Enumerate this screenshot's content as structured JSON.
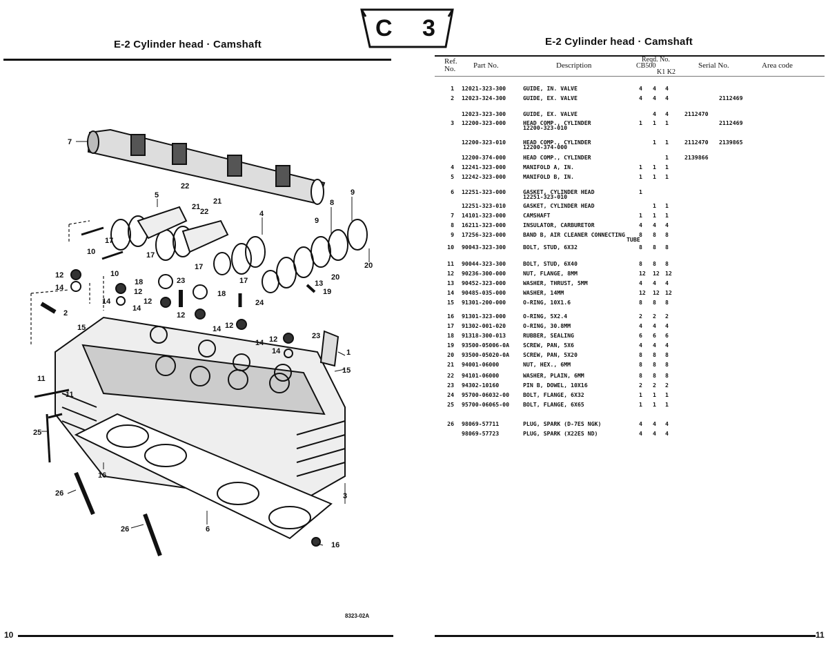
{
  "left_page": {
    "title": "E-2  Cylinder head · Camshaft",
    "page_number": "10",
    "figure_code": "8323-02A",
    "callouts": [
      "1",
      "2",
      "3",
      "4",
      "5",
      "6",
      "7",
      "8",
      "9",
      "10",
      "10",
      "11",
      "11",
      "12",
      "12",
      "12",
      "12",
      "12",
      "13",
      "14",
      "14",
      "14",
      "14",
      "14",
      "14",
      "15",
      "15",
      "16",
      "16",
      "17",
      "17",
      "17",
      "17",
      "18",
      "18",
      "19",
      "20",
      "20",
      "21",
      "21",
      "22",
      "22",
      "23",
      "23",
      "24",
      "25",
      "26",
      "26"
    ]
  },
  "right_page": {
    "title": "E-2  Cylinder head · Camshaft",
    "page_number": "11"
  },
  "section_badge": {
    "letter": "C",
    "number": "3"
  },
  "table_header": {
    "ref": "Ref.",
    "no": "No.",
    "part_no": "Part No.",
    "description": "Description",
    "reqd_no": "Reqd. No.",
    "cb500": "CB500",
    "k1k2": "K1 K2",
    "serial_no": "Serial No.",
    "area_code": "Area code"
  },
  "parts": [
    {
      "ref": "1",
      "part": "12021-323-300",
      "desc": "GUIDE, IN. VALVE",
      "q": [
        "4",
        "4",
        "4"
      ],
      "s1": "",
      "s2": ""
    },
    {
      "ref": "2",
      "part": "12023-324-300",
      "desc": "GUIDE, EX. VALVE",
      "q": [
        "4",
        "4",
        "4"
      ],
      "s1": "",
      "s2": "2112469"
    },
    {
      "ref": "",
      "part": "12023-323-300",
      "desc": "GUIDE, EX. VALVE",
      "q": [
        "",
        "4",
        "4"
      ],
      "s1": "2112470",
      "s2": ""
    },
    {
      "ref": "3",
      "part": "12200-323-000",
      "desc": "HEAD COMP., CYLINDER",
      "desc2": "12200-323-010",
      "q": [
        "1",
        "1",
        "1"
      ],
      "s1": "",
      "s2": "2112469"
    },
    {
      "ref": "",
      "part": "12200-323-010",
      "desc": "HEAD COMP., CYLINDER",
      "desc2": "12200-374-000",
      "q": [
        "",
        "1",
        "1"
      ],
      "s1": "2112470",
      "s2": "2139865"
    },
    {
      "ref": "",
      "part": "12200-374-000",
      "desc": "HEAD COMP., CYLINDER",
      "q": [
        "",
        "",
        "1"
      ],
      "s1": "2139866",
      "s2": ""
    },
    {
      "ref": "4",
      "part": "12241-323-000",
      "desc": "MANIFOLD A, IN.",
      "q": [
        "1",
        "1",
        "1"
      ],
      "s1": "",
      "s2": ""
    },
    {
      "ref": "5",
      "part": "12242-323-000",
      "desc": "MANIFOLD B, IN.",
      "q": [
        "1",
        "1",
        "1"
      ],
      "s1": "",
      "s2": ""
    },
    {
      "ref": "6",
      "part": "12251-323-000",
      "desc": "GASKET, CYLINDER HEAD",
      "desc2": "12251-323-010",
      "q": [
        "1",
        "",
        ""
      ],
      "s1": "",
      "s2": ""
    },
    {
      "ref": "",
      "part": "12251-323-010",
      "desc": "GASKET, CYLINDER HEAD",
      "q": [
        "",
        "1",
        "1"
      ],
      "s1": "",
      "s2": ""
    },
    {
      "ref": "7",
      "part": "14101-323-000",
      "desc": "CAMSHAFT",
      "q": [
        "1",
        "1",
        "1"
      ],
      "s1": "",
      "s2": ""
    },
    {
      "ref": "8",
      "part": "16211-323-000",
      "desc": "INSULATOR, CARBURETOR",
      "q": [
        "4",
        "4",
        "4"
      ],
      "s1": "",
      "s2": ""
    },
    {
      "ref": "9",
      "part": "17256-323-000",
      "desc": "BAND B, AIR CLEANER CONNECTING",
      "desc2": "TUBE",
      "q": [
        "8",
        "8",
        "8"
      ],
      "s1": "",
      "s2": ""
    },
    {
      "ref": "10",
      "part": "90043-323-300",
      "desc": "BOLT, STUD, 6X32",
      "q": [
        "8",
        "8",
        "8"
      ],
      "s1": "",
      "s2": ""
    },
    {
      "ref": "11",
      "part": "90044-323-300",
      "desc": "BOLT, STUD, 6X40",
      "q": [
        "8",
        "8",
        "8"
      ],
      "s1": "",
      "s2": ""
    },
    {
      "ref": "12",
      "part": "90236-300-000",
      "desc": "NUT, FLANGE, 8MM",
      "q": [
        "12",
        "12",
        "12"
      ],
      "s1": "",
      "s2": ""
    },
    {
      "ref": "13",
      "part": "90452-323-000",
      "desc": "WASHER, THRUST, 5MM",
      "q": [
        "4",
        "4",
        "4"
      ],
      "s1": "",
      "s2": ""
    },
    {
      "ref": "14",
      "part": "90485-035-000",
      "desc": "WASHER, 14MM",
      "q": [
        "12",
        "12",
        "12"
      ],
      "s1": "",
      "s2": ""
    },
    {
      "ref": "15",
      "part": "91301-200-000",
      "desc": "O-RING, 10X1.6",
      "q": [
        "8",
        "8",
        "8"
      ],
      "s1": "",
      "s2": ""
    },
    {
      "ref": "16",
      "part": "91301-323-000",
      "desc": "O-RING, 5X2.4",
      "q": [
        "2",
        "2",
        "2"
      ],
      "s1": "",
      "s2": ""
    },
    {
      "ref": "17",
      "part": "91302-001-020",
      "desc": "O-RING, 30.8MM",
      "q": [
        "4",
        "4",
        "4"
      ],
      "s1": "",
      "s2": ""
    },
    {
      "ref": "18",
      "part": "91318-300-013",
      "desc": "RUBBER, SEALING",
      "q": [
        "6",
        "6",
        "6"
      ],
      "s1": "",
      "s2": ""
    },
    {
      "ref": "19",
      "part": "93500-05006-0A",
      "desc": "SCREW, PAN, 5X6",
      "q": [
        "4",
        "4",
        "4"
      ],
      "s1": "",
      "s2": ""
    },
    {
      "ref": "20",
      "part": "93500-05020-0A",
      "desc": "SCREW, PAN, 5X20",
      "q": [
        "8",
        "8",
        "8"
      ],
      "s1": "",
      "s2": ""
    },
    {
      "ref": "21",
      "part": "94001-06000",
      "desc": "NUT, HEX., 6MM",
      "q": [
        "8",
        "8",
        "8"
      ],
      "s1": "",
      "s2": ""
    },
    {
      "ref": "22",
      "part": "94101-06000",
      "desc": "WASHER, PLAIN, 6MM",
      "q": [
        "8",
        "8",
        "8"
      ],
      "s1": "",
      "s2": ""
    },
    {
      "ref": "23",
      "part": "94302-10160",
      "desc": "PIN B, DOWEL, 10X16",
      "q": [
        "2",
        "2",
        "2"
      ],
      "s1": "",
      "s2": ""
    },
    {
      "ref": "24",
      "part": "95700-06032-00",
      "desc": "BOLT, FLANGE, 6X32",
      "q": [
        "1",
        "1",
        "1"
      ],
      "s1": "",
      "s2": ""
    },
    {
      "ref": "25",
      "part": "95700-06065-00",
      "desc": "BOLT, FLANGE, 6X65",
      "q": [
        "1",
        "1",
        "1"
      ],
      "s1": "",
      "s2": ""
    },
    {
      "ref": "26",
      "part": "98069-57711",
      "desc": "PLUG, SPARK (D-7ES NGK)",
      "q": [
        "4",
        "4",
        "4"
      ],
      "s1": "",
      "s2": ""
    },
    {
      "ref": "",
      "part": "98069-57723",
      "desc": "PLUG, SPARK (X22ES ND)",
      "q": [
        "4",
        "4",
        "4"
      ],
      "s1": "",
      "s2": ""
    }
  ]
}
